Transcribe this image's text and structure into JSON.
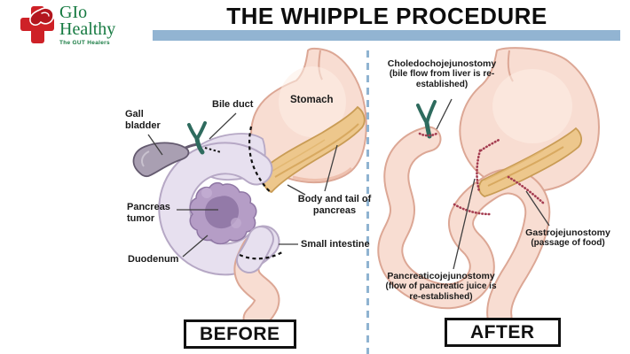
{
  "header": {
    "title": "THE WHIPPLE PROCEDURE"
  },
  "logo": {
    "brand_top": "GIo",
    "brand_bottom": "Healthy",
    "tagline": "The GUT Healers"
  },
  "icons": {
    "logo": "medical-cross-gut-icon"
  },
  "colors": {
    "accent_bar": "#92B4D2",
    "divider_dashed": "#8FB3D1",
    "logo_red": "#CE2127",
    "logo_green": "#167A41",
    "stomach_pink": "#F8DDD2",
    "pancreas_tan": "#EDC78C",
    "duodenum_lavender": "#E7E0EF",
    "tumor_purple": "#B59DC6",
    "gallbladder_gray": "#A99FB2",
    "bile_duct_green": "#2E6B5E",
    "suture_red": "#A43C50"
  },
  "before_panel": {
    "badge": "BEFORE",
    "labels": {
      "gall_bladder": "Gall bladder",
      "bile_duct": "Bile duct",
      "stomach": "Stomach",
      "pancreas_tumor": "Pancreas tumor",
      "duodenum": "Duodenum",
      "body_and_tail_of_pancreas": "Body and tail of pancreas",
      "small_intestine": "Small intestine"
    }
  },
  "after_panel": {
    "badge": "AFTER",
    "labels": {
      "choledochojejunostomy": {
        "name": "Choledochojejunostomy",
        "note": "(bile flow from liver is re-established)"
      },
      "gastrojejunostomy": {
        "name": "Gastrojejunostomy",
        "note": "(passage of food)"
      },
      "pancreaticojejunostomy": {
        "name": "Pancreaticojejunostomy",
        "note": "(flow of pancreatic juice is re-established)"
      }
    }
  }
}
